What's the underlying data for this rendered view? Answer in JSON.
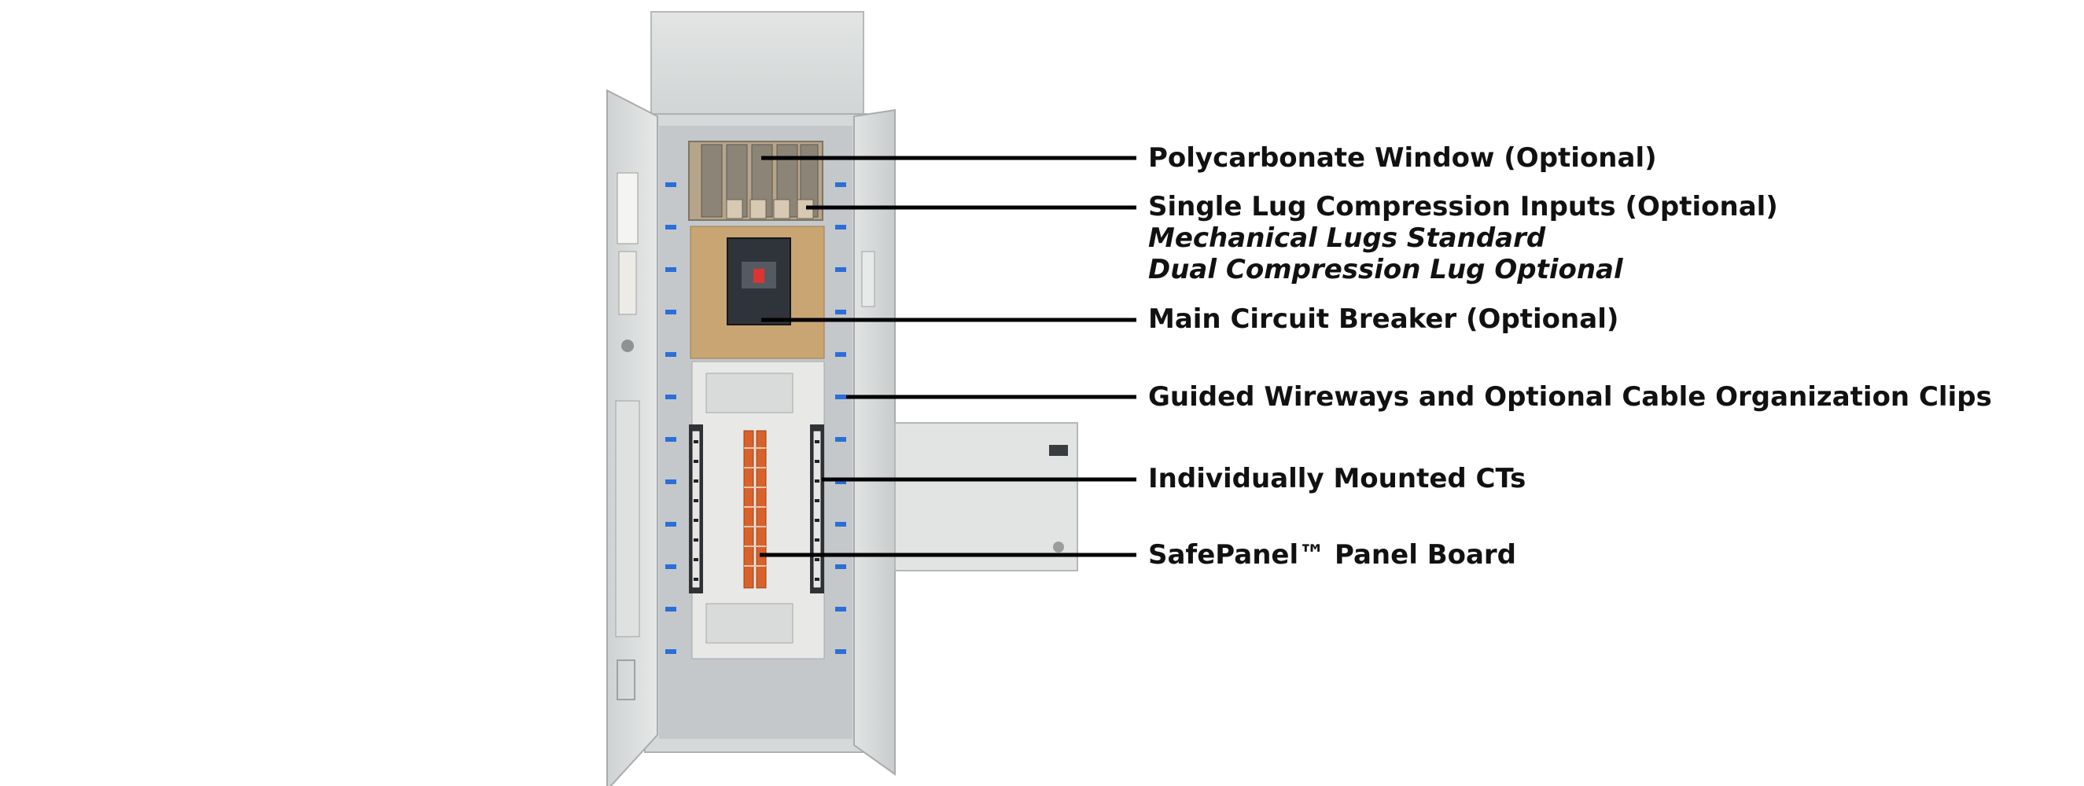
{
  "callouts": [
    {
      "label": "Polycarbonate Window (Optional)"
    },
    {
      "label": "Single Lug Compression Inputs (Optional)",
      "sublines": [
        "Mechanical Lugs Standard",
        "Dual Compression Lug Optional"
      ]
    },
    {
      "label": "Main Circuit Breaker (Optional)"
    },
    {
      "label": "Guided Wireways and Optional Cable Organization Clips"
    },
    {
      "label": "Individually Mounted CTs"
    },
    {
      "label": "SafePanel™ Panel Board"
    }
  ],
  "colors": {
    "cabinet": "#dcdedd",
    "cabinet_shadow": "#b9bcbc",
    "interior": "#c7cacd",
    "wood": "#c9a574",
    "breaker": "#2f343a",
    "orange": "#d9622b",
    "blue_clip": "#2b6fd6",
    "leader": "#000000"
  }
}
